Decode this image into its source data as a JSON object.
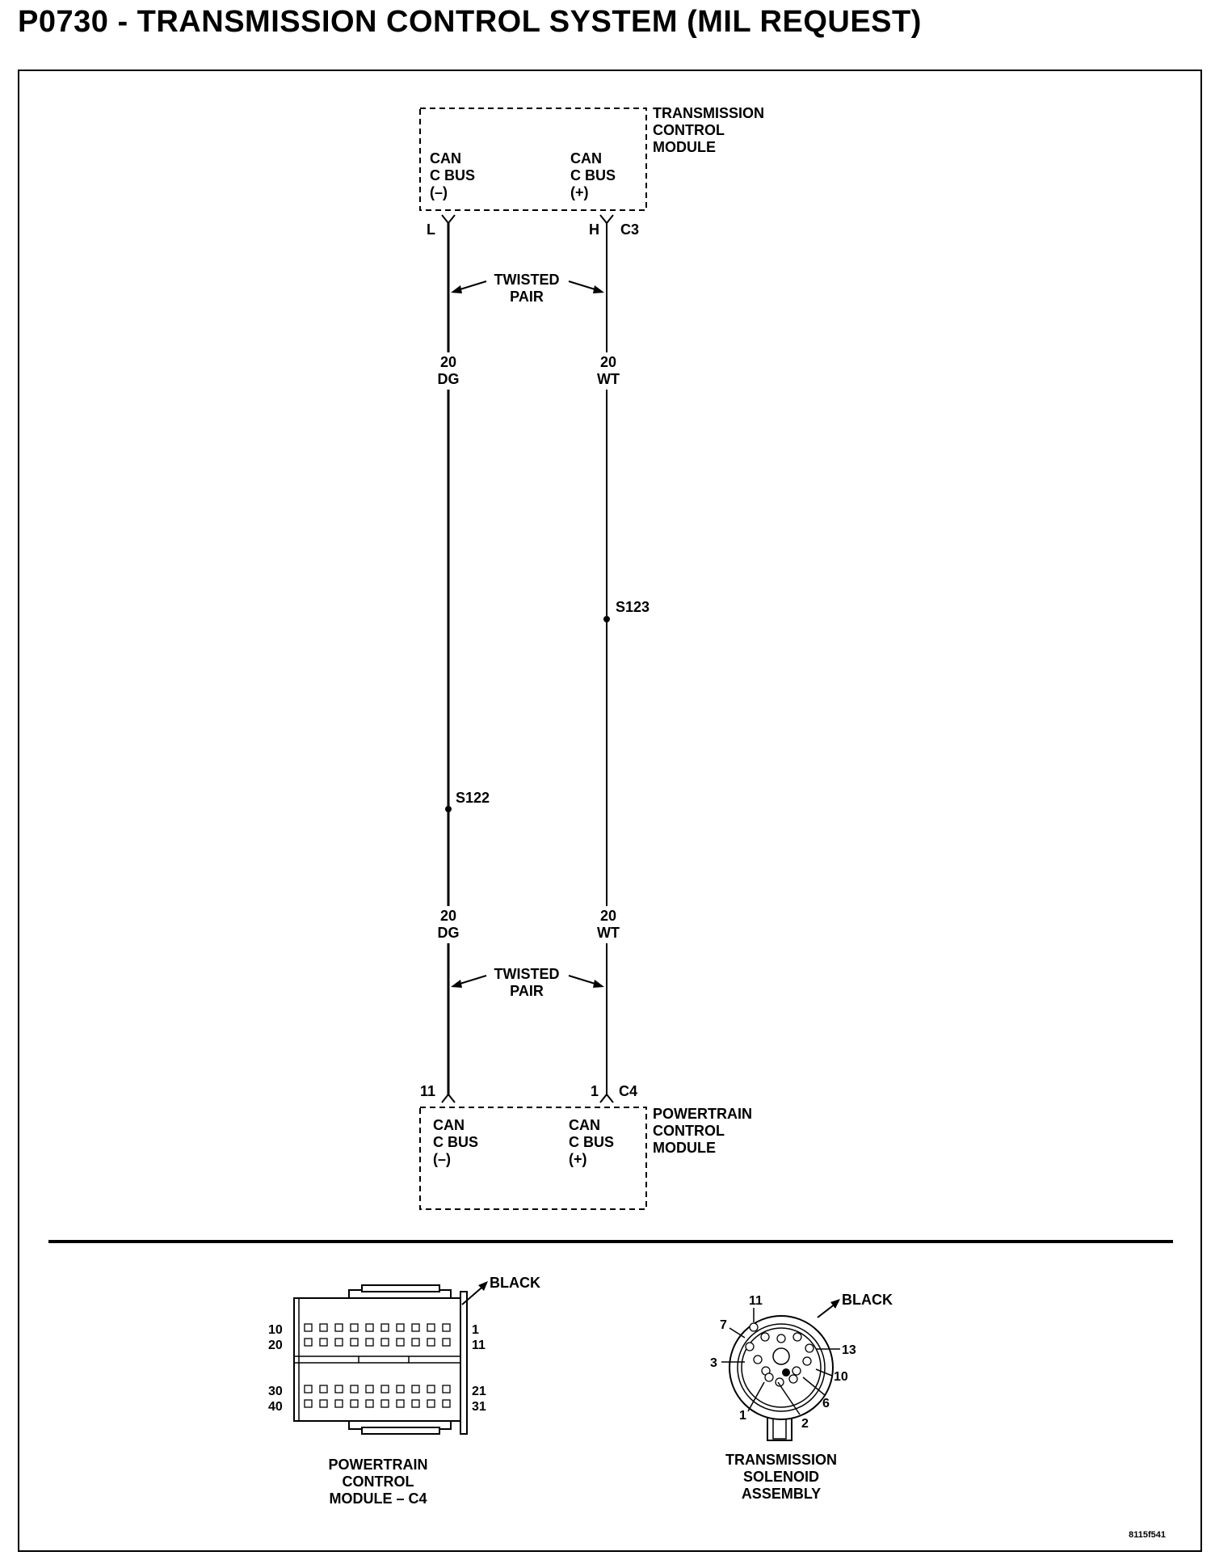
{
  "title": "P0730 - TRANSMISSION CONTROL SYSTEM (MIL REQUEST)",
  "tcm": {
    "name_lines": [
      "TRANSMISSION",
      "CONTROL",
      "MODULE"
    ],
    "connector": "C3",
    "pin_left": {
      "label": "L",
      "lines": [
        "CAN",
        "C BUS",
        "(–)"
      ]
    },
    "pin_right": {
      "label": "H",
      "lines": [
        "CAN",
        "C BUS",
        "(+)"
      ]
    }
  },
  "pcm": {
    "name_lines": [
      "POWERTRAIN",
      "CONTROL",
      "MODULE"
    ],
    "connector": "C4",
    "pin_left": {
      "label": "11",
      "lines": [
        "CAN",
        "C BUS",
        "(–)"
      ]
    },
    "pin_right": {
      "label": "1",
      "lines": [
        "CAN",
        "C BUS",
        "(+)"
      ]
    }
  },
  "wires": {
    "left": {
      "gauge": "20",
      "color": "DG",
      "splice": "S122"
    },
    "right": {
      "gauge": "20",
      "color": "WT",
      "splice": "S123"
    }
  },
  "twisted_pair_lines": [
    "TWISTED",
    "PAIR"
  ],
  "connector_views": {
    "pcm_c4": {
      "color_label": "BLACK",
      "pin_labels_left": [
        "10",
        "20",
        "30",
        "40"
      ],
      "pin_labels_right": [
        "1",
        "11",
        "21",
        "31"
      ],
      "name_lines": [
        "POWERTRAIN",
        "CONTROL",
        "MODULE – C4"
      ]
    },
    "solenoid": {
      "color_label": "BLACK",
      "pin_labels": [
        "11",
        "7",
        "3",
        "1",
        "2",
        "6",
        "10",
        "13"
      ],
      "name_lines": [
        "TRANSMISSION",
        "SOLENOID",
        "ASSEMBLY"
      ]
    }
  },
  "figure_id": "8115f541"
}
